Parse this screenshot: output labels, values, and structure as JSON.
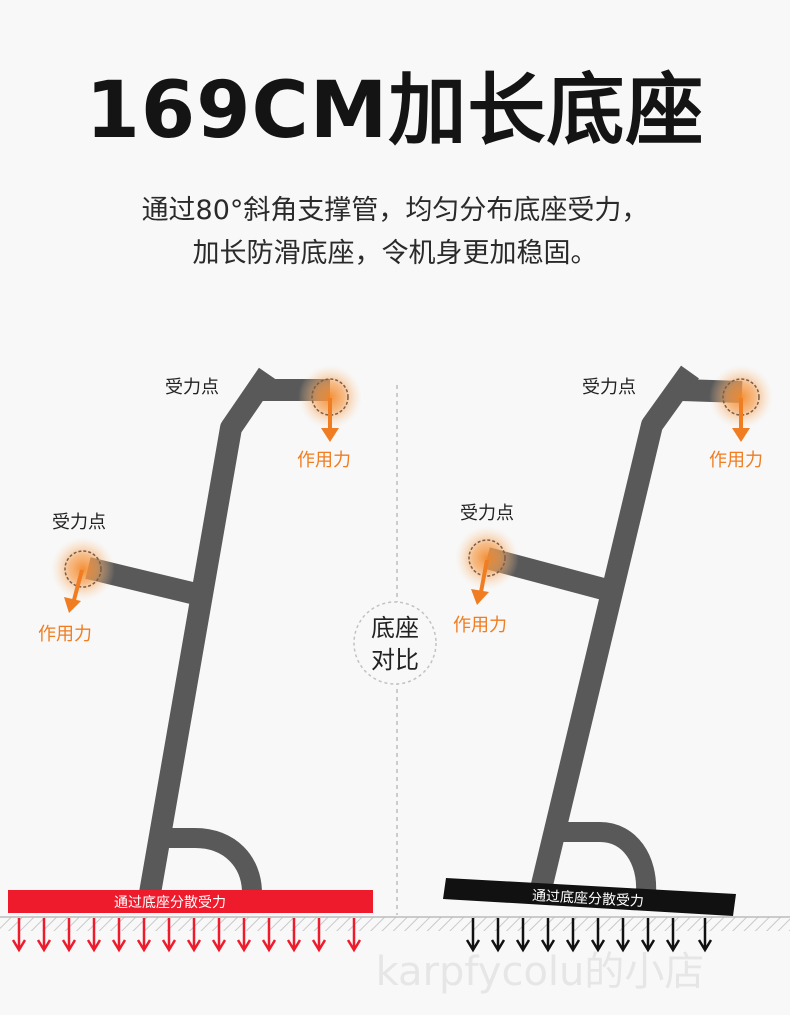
{
  "header": {
    "title": "169CM加长底座",
    "desc_line1": "通过80°斜角支撑管，均匀分布底座受力，",
    "desc_line2": "加长防滑底座，令机身更加稳固。"
  },
  "labels": {
    "force_point": "受力点",
    "applied_force": "作用力",
    "compare_line1": "底座",
    "compare_line2": "对比",
    "base_text": "通过底座分散受力"
  },
  "watermark": "karpfycolu的小店",
  "colors": {
    "frame": "#595959",
    "accent_red": "#ee1b2c",
    "orange": "#f07d21",
    "base_black": "#111111"
  }
}
